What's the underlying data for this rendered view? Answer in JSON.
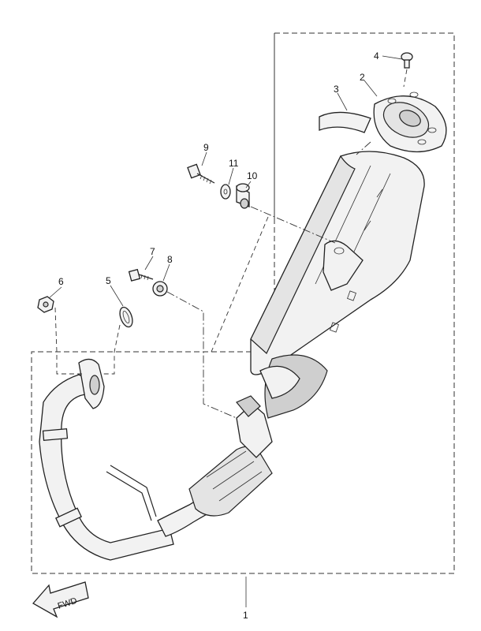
{
  "callouts": {
    "c1": "1",
    "c2": "2",
    "c3": "3",
    "c4": "4",
    "c5": "5",
    "c6": "6",
    "c7": "7",
    "c8": "8",
    "c9": "9",
    "c10": "10",
    "c11": "11"
  },
  "direction_label": "FWD",
  "colors": {
    "line": "#222222",
    "background": "#ffffff"
  }
}
